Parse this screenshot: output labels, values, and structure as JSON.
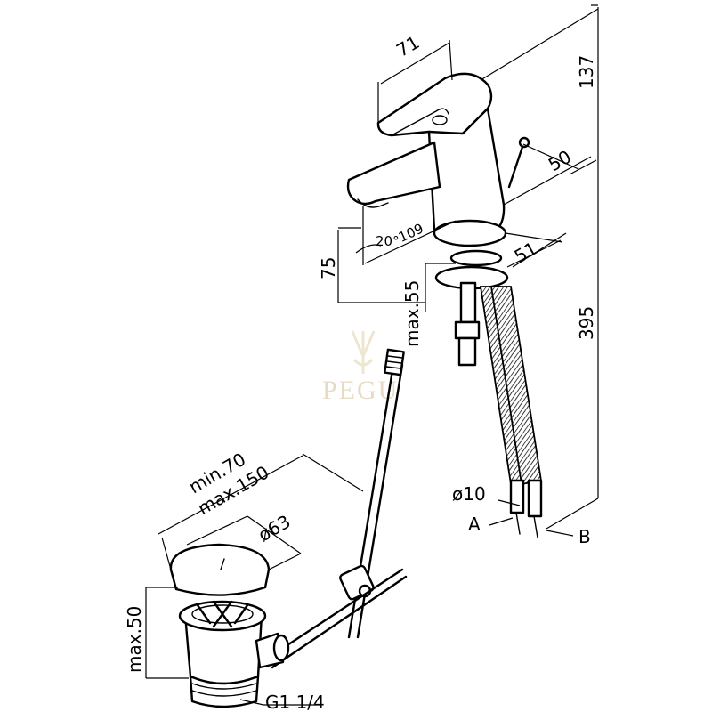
{
  "dimensions": {
    "handle_width": "71",
    "total_height": "137",
    "body_depth": "50",
    "lower_height": "395",
    "base_width": "51",
    "spout_reach": "109",
    "spout_angle": "20°",
    "spout_height": "75",
    "max_deck": "max.55",
    "hose_diameter": "ø10",
    "connection_a": "A",
    "connection_b": "B",
    "drain_offset_min": "min.70",
    "drain_offset_max": "max.150",
    "plug_diameter": "ø63",
    "drain_height": "max.50",
    "drain_thread": "G1 1/4"
  },
  "watermark": {
    "brand": "PEGU",
    "icon": "leaf-logo-icon"
  }
}
